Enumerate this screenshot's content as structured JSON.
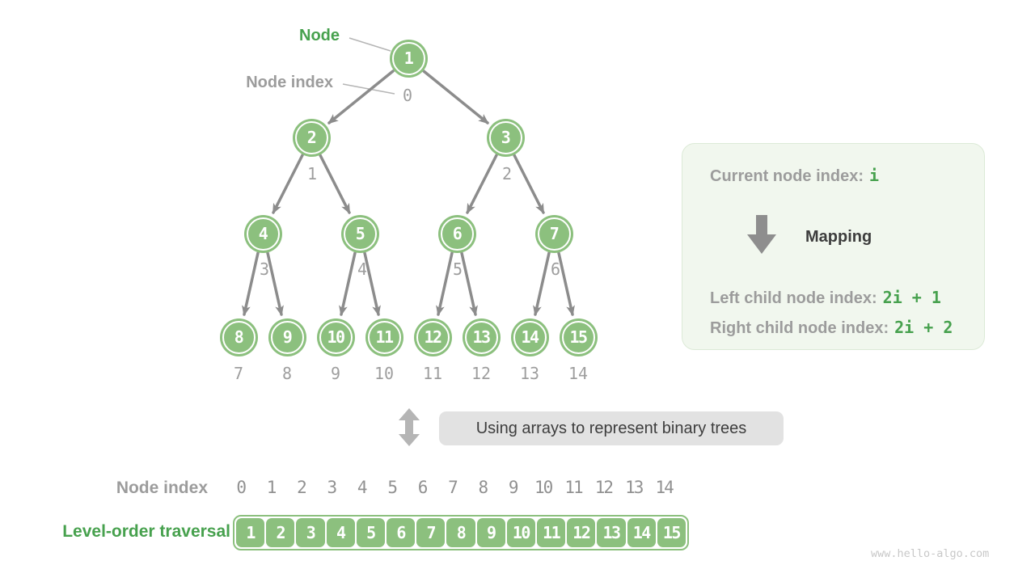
{
  "tree": {
    "label_node": "Node",
    "label_node_index": "Node index",
    "nodes": [
      {
        "value": "1",
        "index": "0"
      },
      {
        "value": "2",
        "index": "1"
      },
      {
        "value": "3",
        "index": "2"
      },
      {
        "value": "4",
        "index": "3"
      },
      {
        "value": "5",
        "index": "4"
      },
      {
        "value": "6",
        "index": "5"
      },
      {
        "value": "7",
        "index": "6"
      },
      {
        "value": "8",
        "index": "7"
      },
      {
        "value": "9",
        "index": "8"
      },
      {
        "value": "10",
        "index": "9"
      },
      {
        "value": "11",
        "index": "10"
      },
      {
        "value": "12",
        "index": "11"
      },
      {
        "value": "13",
        "index": "12"
      },
      {
        "value": "14",
        "index": "13"
      },
      {
        "value": "15",
        "index": "14"
      }
    ]
  },
  "panel": {
    "line1_label": "Current node index:",
    "line1_value": "i",
    "mapping_label": "Mapping",
    "line2_label": "Left child node index:",
    "line2_value": "2i + 1",
    "line3_label": "Right child node index:",
    "line3_value": "2i + 2"
  },
  "caption": "Using arrays to represent binary trees",
  "bottom": {
    "index_label": "Node index",
    "traversal_label": "Level-order traversal",
    "indices": [
      "0",
      "1",
      "2",
      "3",
      "4",
      "5",
      "6",
      "7",
      "8",
      "9",
      "10",
      "11",
      "12",
      "13",
      "14"
    ],
    "values": [
      "1",
      "2",
      "3",
      "4",
      "5",
      "6",
      "7",
      "8",
      "9",
      "10",
      "11",
      "12",
      "13",
      "14",
      "15"
    ]
  },
  "watermark": "www.hello-algo.com",
  "colors": {
    "node_green": "#8cc07e",
    "green_text": "#47a14e",
    "gray_label": "#9c9c9c",
    "arrow_gray": "#8c8c8c",
    "panel_bg": "#f1f7ee",
    "caption_bg": "#e2e2e2",
    "dark_text": "#3d3d3d"
  }
}
